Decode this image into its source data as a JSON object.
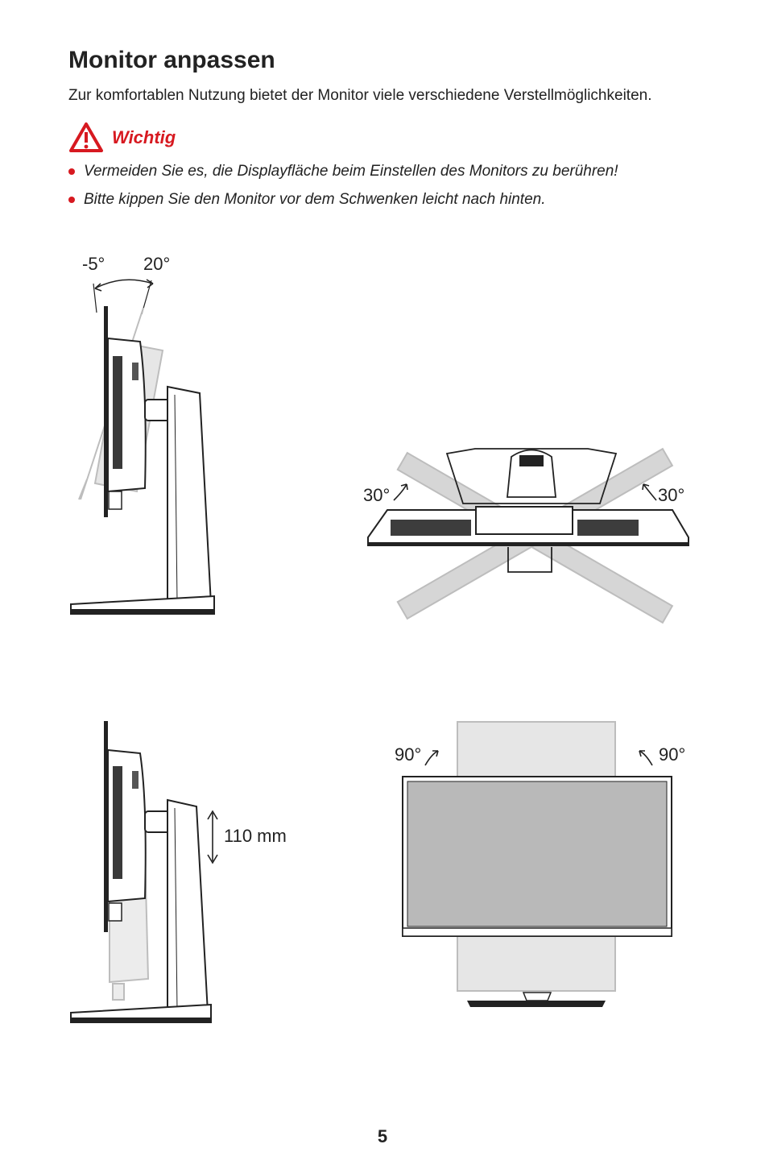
{
  "page": {
    "title": "Monitor anpassen",
    "intro": "Zur komfortablen Nutzung bietet der Monitor viele verschiedene Verstellmöglichkeiten.",
    "important_label": "Wichtig",
    "bullets": [
      "Vermeiden Sie es, die Displayfläche beim Einstellen des Monitors zu berühren!",
      "Bitte kippen Sie den Monitor vor dem Schwenken leicht nach hinten."
    ],
    "page_number": "5"
  },
  "figures": {
    "tilt": {
      "angle_back": "-5°",
      "angle_forward": "20°"
    },
    "swivel": {
      "angle_left": "30°",
      "angle_right": "30°"
    },
    "height": {
      "range": "110 mm"
    },
    "pivot": {
      "angle_left": "90°",
      "angle_right": "90°"
    }
  },
  "colors": {
    "accent": "#d71920",
    "ghost": "#bdbdbd",
    "line": "#222222",
    "screen": "#b9b9b9"
  }
}
